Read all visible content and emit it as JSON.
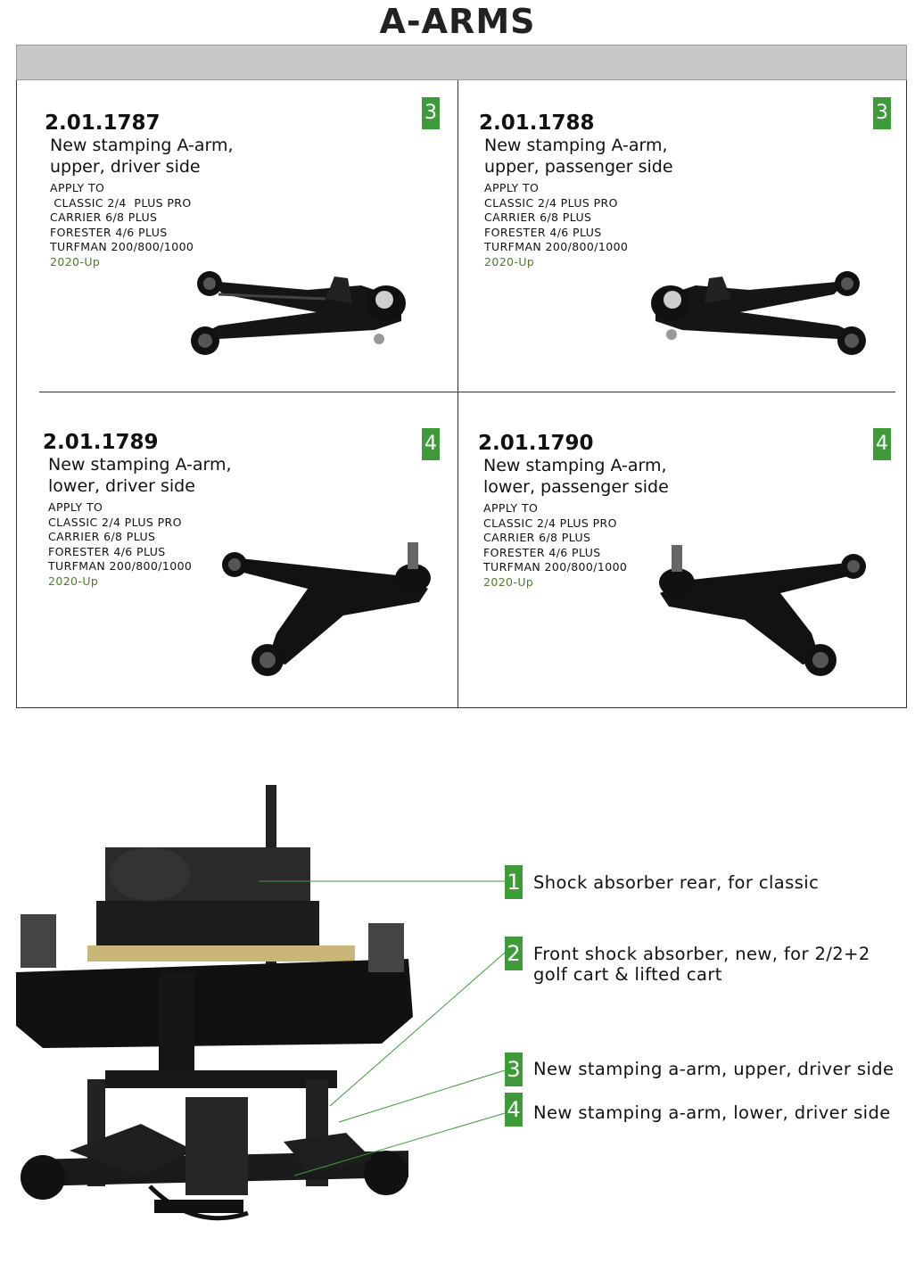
{
  "page": {
    "title": "A-ARMS"
  },
  "products": [
    {
      "part_no": "2.01.1787",
      "desc1": "New stamping A-arm,",
      "desc2": "upper, driver side",
      "apply_label": "APPLY TO",
      "models": [
        " CLASSIC 2/4  PLUS PRO",
        "CARRIER 6/8 PLUS",
        "FORESTER 4/6 PLUS",
        "TURFMAN 200/800/1000"
      ],
      "year": "2020-Up",
      "qty": "3"
    },
    {
      "part_no": "2.01.1788",
      "desc1": "New stamping A-arm,",
      "desc2": "upper, passenger side",
      "apply_label": "APPLY TO",
      "models": [
        "CLASSIC 2/4  PLUS PRO",
        "CARRIER 6/8 PLUS",
        "FORESTER 4/6 PLUS",
        "TURFMAN 200/800/1000"
      ],
      "year": "2020-Up",
      "qty": "3"
    },
    {
      "part_no": "2.01.1789",
      "desc1": "New stamping A-arm,",
      "desc2": "lower, driver side",
      "apply_label": "APPLY TO",
      "models": [
        "CLASSIC 2/4  PLUS PRO",
        "CARRIER 6/8 PLUS",
        "FORESTER 4/6 PLUS",
        "TURFMAN 200/800/1000"
      ],
      "year": "2020-Up",
      "qty": "4"
    },
    {
      "part_no": "2.01.1790",
      "desc1": "New stamping A-arm,",
      "desc2": "lower, passenger side",
      "apply_label": "APPLY TO",
      "models": [
        "CLASSIC 2/4  PLUS PRO",
        "CARRIER 6/8 PLUS",
        "FORESTER 4/6 PLUS",
        "TURFMAN 200/800/1000"
      ],
      "year": "2020-Up",
      "qty": "4"
    }
  ],
  "callouts": [
    {
      "num": "1",
      "line1": "Shock absorber rear, for classic",
      "line2": ""
    },
    {
      "num": "2",
      "line1": "Front shock absorber, new, for 2/2+2",
      "line2": "golf cart & lifted cart"
    },
    {
      "num": "3",
      "line1": "New stamping a-arm, upper, driver side",
      "line2": ""
    },
    {
      "num": "4",
      "line1": "New stamping a-arm, lower, driver side",
      "line2": ""
    }
  ],
  "colors": {
    "badge_green": "#3f9a3a",
    "year_green": "#4f7a2a",
    "header_gray": "#c8c8c8"
  },
  "icons": {
    "qty_badge": "green-number-badge"
  }
}
